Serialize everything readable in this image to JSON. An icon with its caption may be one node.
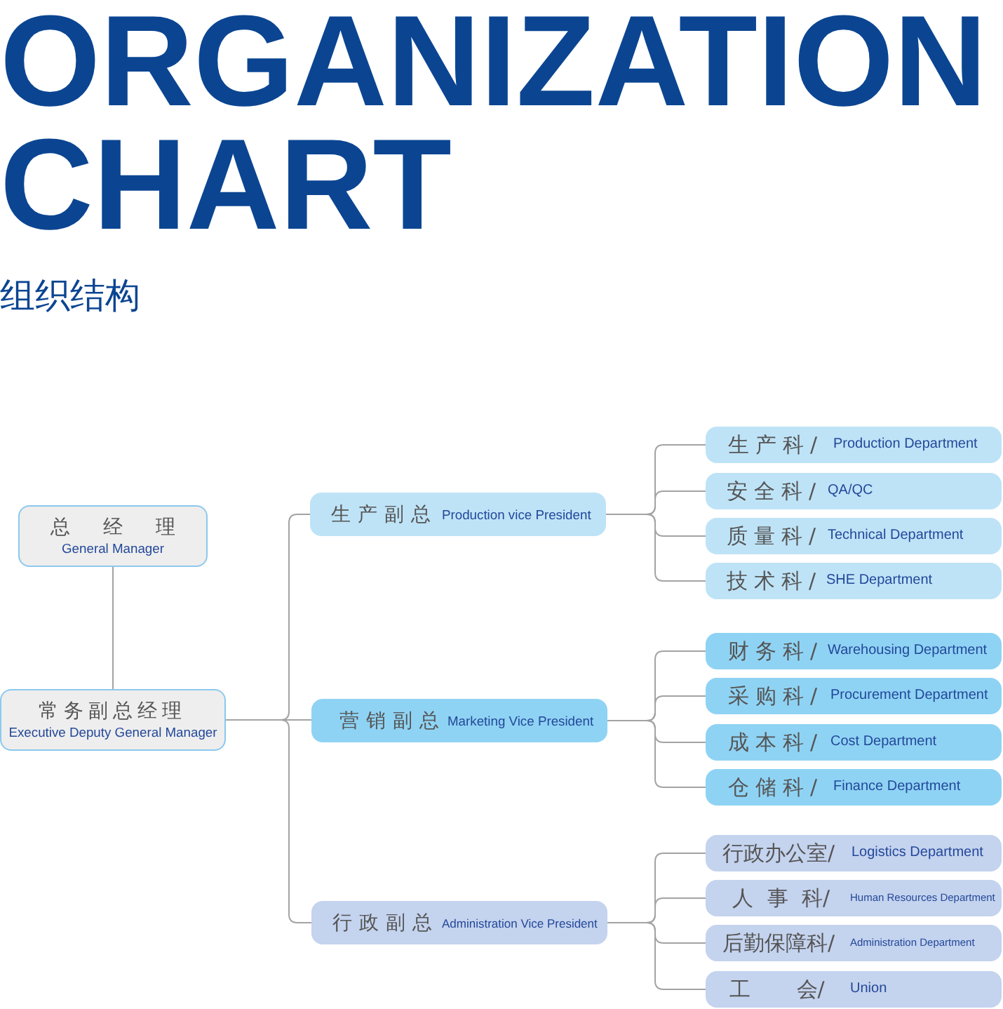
{
  "diagram": {
    "title": "ORGANIZATION CHART",
    "nodes": [
      {
        "text": [
          "总 经 理",
          "General Manager"
        ]
      },
      {
        "text": [
          "常务副总经理",
          "Executive Deputy General Manager"
        ]
      },
      {
        "text": [
          "生产副总",
          "Production vice President"
        ]
      },
      {
        "text": [
          "营销副总",
          "Marketing Vice President"
        ]
      },
      {
        "text": [
          "行政副总",
          "Administration Vice President"
        ]
      },
      {
        "text": [
          "生产科/",
          "Production Department"
        ]
      },
      {
        "text": [
          "安全科/",
          "QA/QC"
        ]
      },
      {
        "text": [
          "质量科/",
          "Technical Department"
        ]
      },
      {
        "text": [
          "技术科/",
          "SHE Department"
        ]
      },
      {
        "text": [
          "财务科/",
          "Warehousing Department"
        ]
      },
      {
        "text": [
          "采购科/",
          "Procurement Department"
        ]
      },
      {
        "text": [
          "成本科/",
          "Cost Department"
        ]
      },
      {
        "text": [
          "仓储科/",
          "Finance Department"
        ]
      },
      {
        "text": [
          "行政办公室/",
          "Logistics Department"
        ]
      },
      {
        "text": [
          "人 事 科/",
          "Human Resources Department"
        ]
      },
      {
        "text": [
          "后勤保障科/",
          "Administration Department"
        ]
      },
      {
        "text": [
          "工 会/",
          "Union"
        ]
      }
    ],
    "edges": [
      {
        "from": 0,
        "to": 1,
        "arrow": "none"
      },
      {
        "from": 1,
        "to": 2,
        "arrow": "none"
      },
      {
        "from": 1,
        "to": 3,
        "arrow": "none"
      },
      {
        "from": 1,
        "to": 4,
        "arrow": "none"
      },
      {
        "from": 2,
        "to": 5,
        "arrow": "none"
      },
      {
        "from": 2,
        "to": 6,
        "arrow": "none"
      },
      {
        "from": 2,
        "to": 7,
        "arrow": "none"
      },
      {
        "from": 2,
        "to": 8,
        "arrow": "none"
      },
      {
        "from": 3,
        "to": 9,
        "arrow": "none"
      },
      {
        "from": 3,
        "to": 10,
        "arrow": "none"
      },
      {
        "from": 3,
        "to": 11,
        "arrow": "none"
      },
      {
        "from": 3,
        "to": 12,
        "arrow": "none"
      },
      {
        "from": 4,
        "to": 13,
        "arrow": "none"
      },
      {
        "from": 4,
        "to": 14,
        "arrow": "none"
      },
      {
        "from": 4,
        "to": 15,
        "arrow": "none"
      },
      {
        "from": 4,
        "to": 16,
        "arrow": "none"
      }
    ],
    "labels": [
      "组织结构"
    ]
  }
}
